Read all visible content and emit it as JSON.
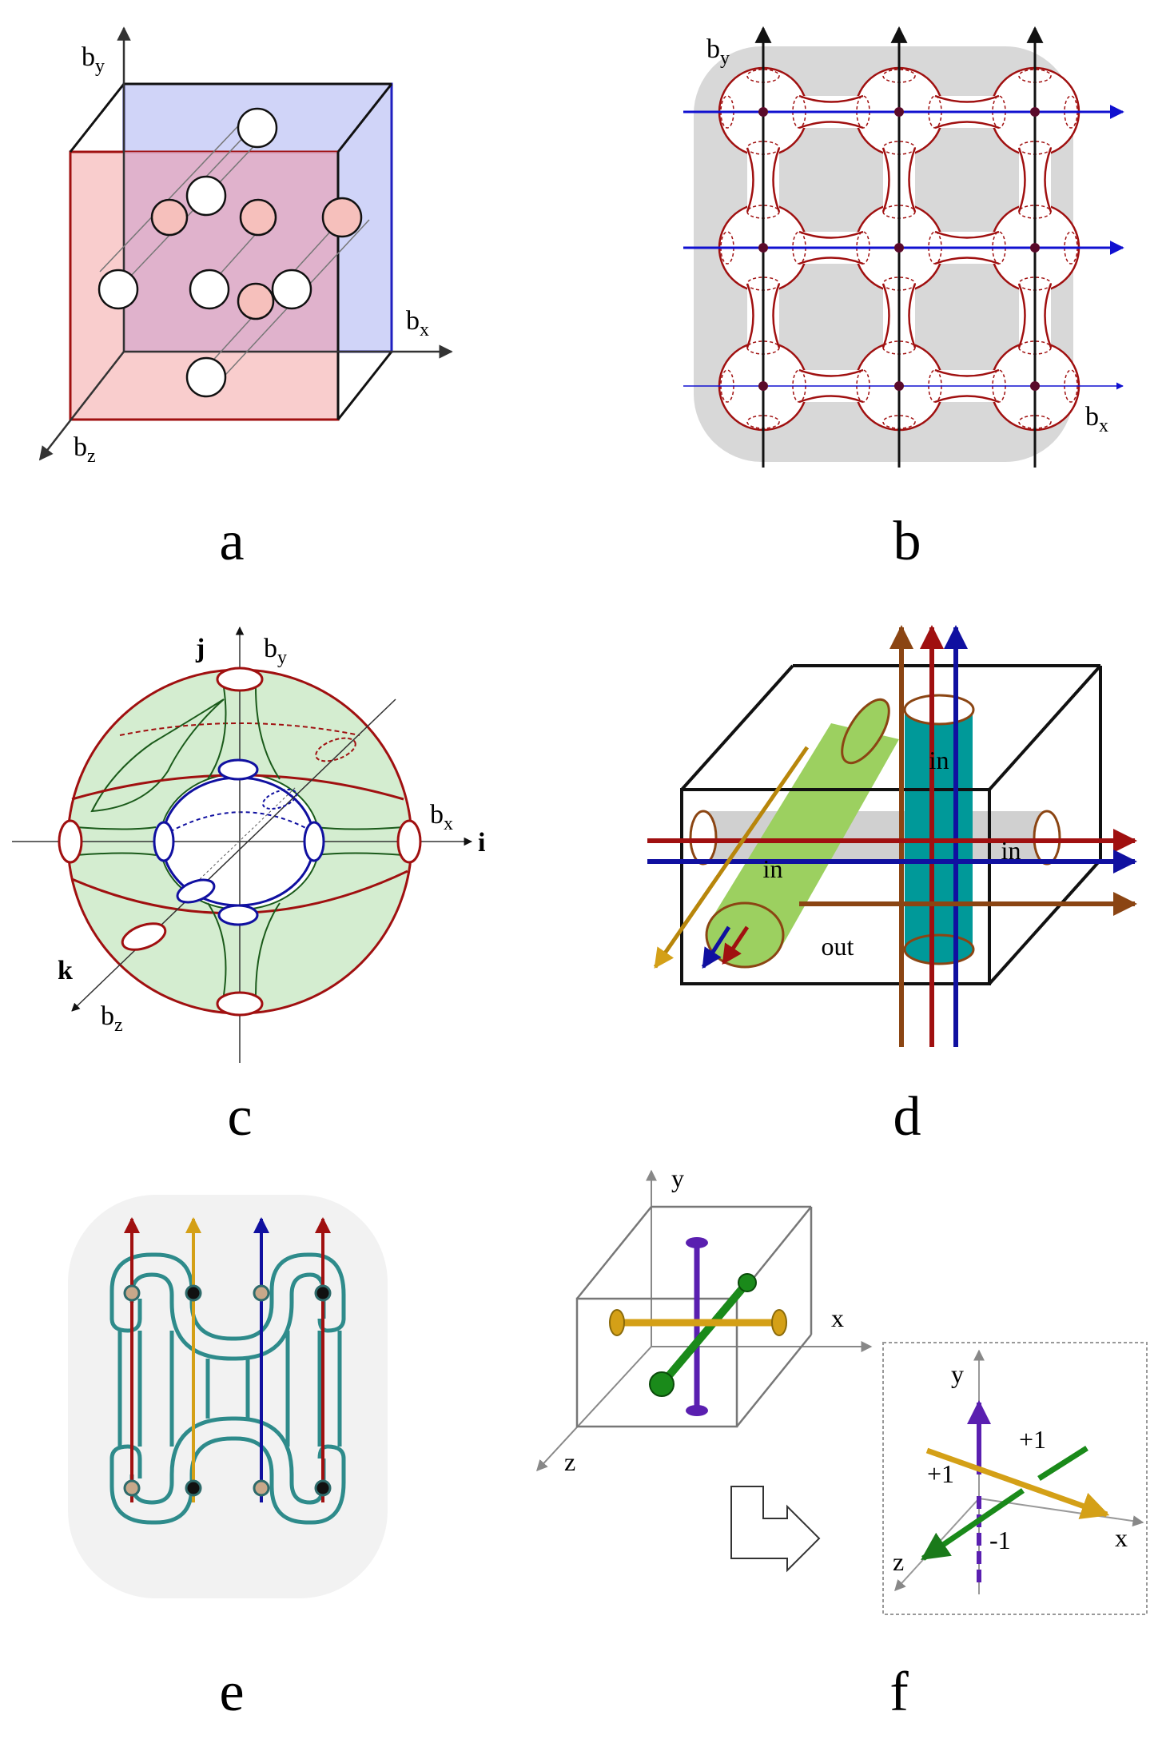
{
  "figure": {
    "panels": [
      {
        "id": "a",
        "letter": "a",
        "axes": [
          {
            "base": "b",
            "sub": "y"
          },
          {
            "base": "b",
            "sub": "x"
          },
          {
            "base": "b",
            "sub": "z"
          }
        ]
      },
      {
        "id": "b",
        "letter": "b",
        "axes": [
          {
            "base": "b",
            "sub": "y"
          },
          {
            "base": "b",
            "sub": "x"
          }
        ]
      },
      {
        "id": "c",
        "letter": "c",
        "axes": [
          {
            "base": "b",
            "sub": "y"
          },
          {
            "base": "b",
            "sub": "x"
          },
          {
            "base": "b",
            "sub": "z"
          }
        ],
        "vectors": [
          "j",
          "i",
          "k"
        ]
      },
      {
        "id": "d",
        "letter": "d",
        "labels": [
          "in",
          "in",
          "in",
          "out"
        ]
      },
      {
        "id": "e",
        "letter": "e"
      },
      {
        "id": "f",
        "letter": "f",
        "axes": [
          "y",
          "x",
          "z"
        ],
        "inset_axes": [
          "y",
          "x",
          "z"
        ],
        "crossings": [
          "+1",
          "+1",
          "-1"
        ]
      }
    ]
  },
  "colors": {
    "dark_red": "#a01010",
    "blue": "#1010b0",
    "gold": "#d4a017",
    "green": "#1a8a1a",
    "purple": "#5a1fb0",
    "teal": "#2e8b8b",
    "brown": "#8b4513",
    "light_green": "#d4edd0",
    "light_red": "#f8c8c8",
    "light_blue": "#d0d4f8",
    "gray_bg": "#d8d8d8"
  }
}
